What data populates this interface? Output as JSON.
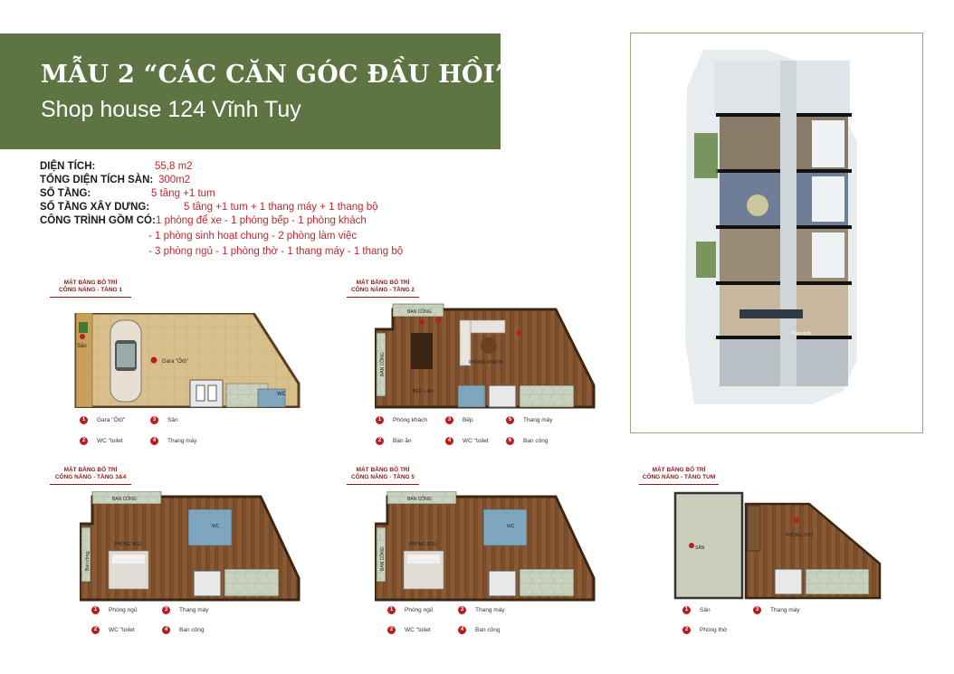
{
  "header": {
    "title": "MẪU 2 “CÁC CĂN GÓC ĐẦU HỒI”",
    "subtitle": "Shop house 124 Vĩnh Tuy"
  },
  "specs": {
    "area_label": "DIỆN TÍCH:",
    "area_value": "55,8 m2",
    "floor_area_label": "TỔNG DIỆN TÍCH SÀN:",
    "floor_area_value": "300m2",
    "floors_label": "SỐ TẦNG:",
    "floors_value": "5 tầng +1 tum",
    "build_label": "SỐ TẦNG XÂY DƯNG:",
    "build_value": "5 tầng +1 tum + 1 thang máy + 1 thang bộ",
    "works_label": "CÔNG TRÌNH GỒM CÓ:",
    "works_line1": "1 phòng để xe - 1 phòng bếp - 1 phòng khách",
    "works_line2": "- 1 phòng sinh hoạt chung - 2 phòng làm việc",
    "works_line3": "- 3 phòng ngủ - 1 phòng thờ - 1 thang máy - 1 thang bộ"
  },
  "plans": {
    "p1": {
      "head1": "MẶT BẰNG BỐ TRÍ",
      "head2": "CÔNG NĂNG - TẦNG 1",
      "labels": {
        "san": "Sân",
        "gara": "Gara \"Ôtô\"",
        "wc": "WC"
      },
      "legend": [
        {
          "num": "1",
          "text": "Gara \"Ôtô\""
        },
        {
          "num": "3",
          "text": "Sân"
        },
        {
          "num": "2",
          "text": "WC \"toilet"
        },
        {
          "num": "4",
          "text": "Thang máy"
        }
      ]
    },
    "p2": {
      "head1": "MẶT BẰNG BỐ TRÍ",
      "head2": "CÔNG NĂNG - TẦNG 2",
      "labels": {
        "ban_cong": "BAN CÔNG",
        "ban_cong_side": "BAN CÔNG",
        "phong_khach": "PHÒNG KHÁCH",
        "bep": "BẾP + ĂN"
      },
      "legend": [
        {
          "num": "1",
          "text": "Phòng khách"
        },
        {
          "num": "3",
          "text": "Bếp"
        },
        {
          "num": "5",
          "text": "Thang máy"
        },
        {
          "num": "2",
          "text": "Bàn ăn"
        },
        {
          "num": "4",
          "text": "WC \"toilet"
        },
        {
          "num": "6",
          "text": "Ban công"
        }
      ]
    },
    "p3": {
      "head1": "MẶT BẰNG BỐ TRÍ",
      "head2": "CÔNG NĂNG - TẦNG 3&4",
      "labels": {
        "ban_cong": "BAN CÔNG",
        "ban_cong_side": "Ban công",
        "phong_ngu": "PHÒNG NGỦ",
        "wc": "WC"
      },
      "legend": [
        {
          "num": "1",
          "text": "Phòng ngủ"
        },
        {
          "num": "3",
          "text": "Thang máy"
        },
        {
          "num": "2",
          "text": "WC \"toilet"
        },
        {
          "num": "4",
          "text": "Ban công"
        }
      ]
    },
    "p5": {
      "head1": "MẶT BẰNG BỐ TRÍ",
      "head2": "CÔNG NĂNG - TẦNG 5",
      "labels": {
        "ban_cong": "BAN CÔNG",
        "ban_cong_side": "BAN CÔNG",
        "phong_ngu": "PHÒNG NGỦ",
        "wc": "WC"
      },
      "legend": [
        {
          "num": "1",
          "text": "Phòng ngủ"
        },
        {
          "num": "3",
          "text": "Thang máy"
        },
        {
          "num": "2",
          "text": "WC \"toilet"
        },
        {
          "num": "4",
          "text": "Ban công"
        }
      ]
    },
    "ptum": {
      "head1": "MẶT BẰNG BỐ TRÍ",
      "head2": "CÔNG NĂNG - TẦNG TUM",
      "labels": {
        "san": "SÂN",
        "phong_tho": "PHÒNG THỜ"
      },
      "legend": [
        {
          "num": "1",
          "text": "Sân"
        },
        {
          "num": "3",
          "text": "Thang máy"
        },
        {
          "num": "2",
          "text": "Phòng thờ"
        }
      ]
    }
  },
  "render": {
    "sign_text": "Patavinity"
  },
  "colors": {
    "banner": "#5e7443",
    "accent_red": "#c0262f",
    "wood": "#8a5a35",
    "tile": "#d9bf8c"
  }
}
